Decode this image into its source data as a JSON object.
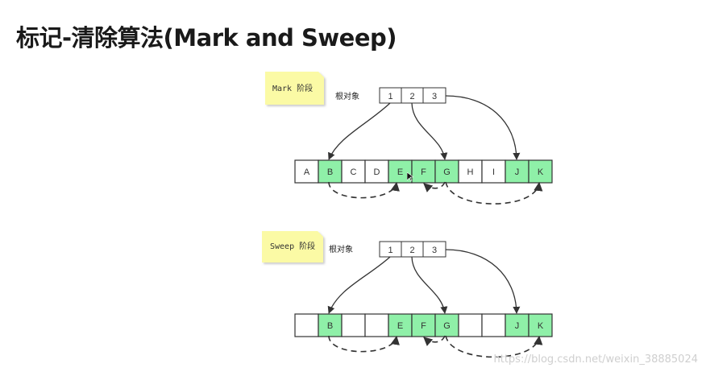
{
  "title": "标记-清除算法(Mark and Sweep)",
  "colors": {
    "marked": "#8ff0a8",
    "note": "#fbfaa5",
    "border": "#333333"
  },
  "mark": {
    "phase_label": "Mark 阶段",
    "roots_label": "根对象",
    "roots": [
      "1",
      "2",
      "3"
    ],
    "heap": [
      {
        "label": "A",
        "marked": false
      },
      {
        "label": "B",
        "marked": true
      },
      {
        "label": "C",
        "marked": false
      },
      {
        "label": "D",
        "marked": false
      },
      {
        "label": "E",
        "marked": true
      },
      {
        "label": "F",
        "marked": true
      },
      {
        "label": "G",
        "marked": true
      },
      {
        "label": "H",
        "marked": false
      },
      {
        "label": "I",
        "marked": false
      },
      {
        "label": "J",
        "marked": true
      },
      {
        "label": "K",
        "marked": true
      }
    ]
  },
  "sweep": {
    "phase_label": "Sweep 阶段",
    "roots_label": "根对象",
    "roots": [
      "1",
      "2",
      "3"
    ],
    "heap": [
      {
        "label": "",
        "marked": false
      },
      {
        "label": "B",
        "marked": true
      },
      {
        "label": "",
        "marked": false
      },
      {
        "label": "",
        "marked": false
      },
      {
        "label": "E",
        "marked": true
      },
      {
        "label": "F",
        "marked": true
      },
      {
        "label": "G",
        "marked": true
      },
      {
        "label": "",
        "marked": false
      },
      {
        "label": "",
        "marked": false
      },
      {
        "label": "J",
        "marked": true
      },
      {
        "label": "K",
        "marked": true
      }
    ]
  },
  "watermark": "https://blog.csdn.net/weixin_38885024"
}
